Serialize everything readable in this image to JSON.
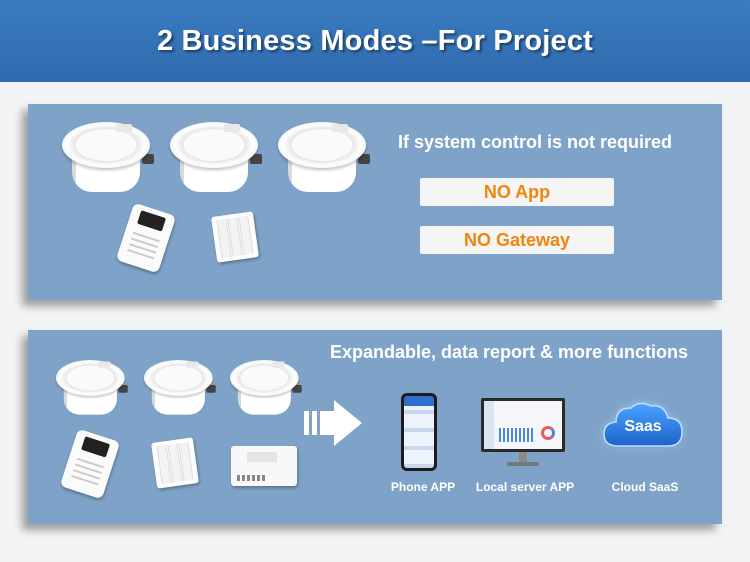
{
  "header": {
    "title": "2 Business Modes –For Project"
  },
  "top_panel": {
    "title": "If system control is not required",
    "options": [
      "NO App",
      "NO Gateway"
    ]
  },
  "bottom_panel": {
    "title": "Expandable, data report & more functions",
    "cloud_text": "Saas",
    "labels": {
      "phone": "Phone APP",
      "local": "Local server APP",
      "cloud": "Cloud SaaS"
    }
  },
  "colors": {
    "header_bg": "#3b7bc0",
    "panel_bg": "#7fa3c8",
    "option_text": "#f0850f",
    "cloud_glow": "#2d7fe0"
  },
  "icons": [
    "downlight",
    "remote-control",
    "wall-switch",
    "gateway-box",
    "arrow-right",
    "smartphone",
    "monitor",
    "cloud"
  ]
}
